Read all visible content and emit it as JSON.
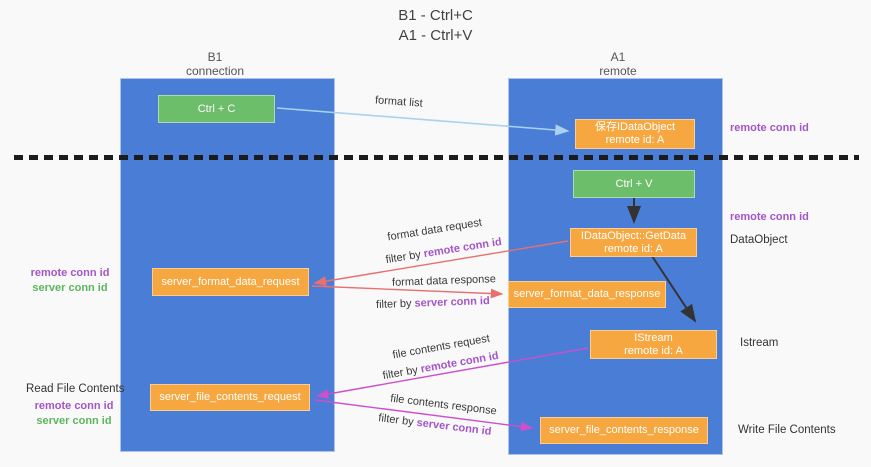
{
  "title": {
    "line1": "B1 - Ctrl+C",
    "line2": "A1 - Ctrl+V"
  },
  "lifelines": {
    "left": {
      "name": "B1",
      "role": "connection"
    },
    "right": {
      "name": "A1",
      "role": "remote"
    }
  },
  "nodes": {
    "ctrl_c": "Ctrl + C",
    "ctrl_v": "Ctrl + V",
    "save_dataobject": {
      "line1": "保存IDataObject",
      "line2": "remote id: A"
    },
    "getdata": {
      "line1": "IDataObject::GetData",
      "line2": "remote id: A"
    },
    "istream": {
      "line1": "IStream",
      "line2": "remote id: A"
    },
    "format_request": "server_format_data_request",
    "format_response": "server_format_data_response",
    "file_request": "server_file_contents_request",
    "file_response": "server_file_contents_response"
  },
  "arrow_labels": {
    "format_list": "format list",
    "format_data_request": "format data request",
    "format_data_response": "format data response",
    "file_contents_request": "file contents request",
    "file_contents_response": "file contents response",
    "filter_by": "filter by ",
    "remote_conn_id": "remote conn id",
    "server_conn_id": "server conn id"
  },
  "side_labels": {
    "remote_conn_id": "remote conn id",
    "server_conn_id": "server conn id",
    "dataobject": "DataObject",
    "istream": "Istream",
    "read_file_contents": "Read File Contents",
    "write_file_contents": "Write File Contents"
  },
  "colors": {
    "lifeline_blue": "#4a7dd5",
    "node_orange": "#f7a740",
    "node_green": "#6dbe6a",
    "purple_text": "#a455c7",
    "green_text": "#5cb75c",
    "arrow_light_blue": "#a8d2f0",
    "arrow_red": "#e87070",
    "arrow_magenta": "#cc4fcc",
    "arrow_black": "#333333"
  }
}
